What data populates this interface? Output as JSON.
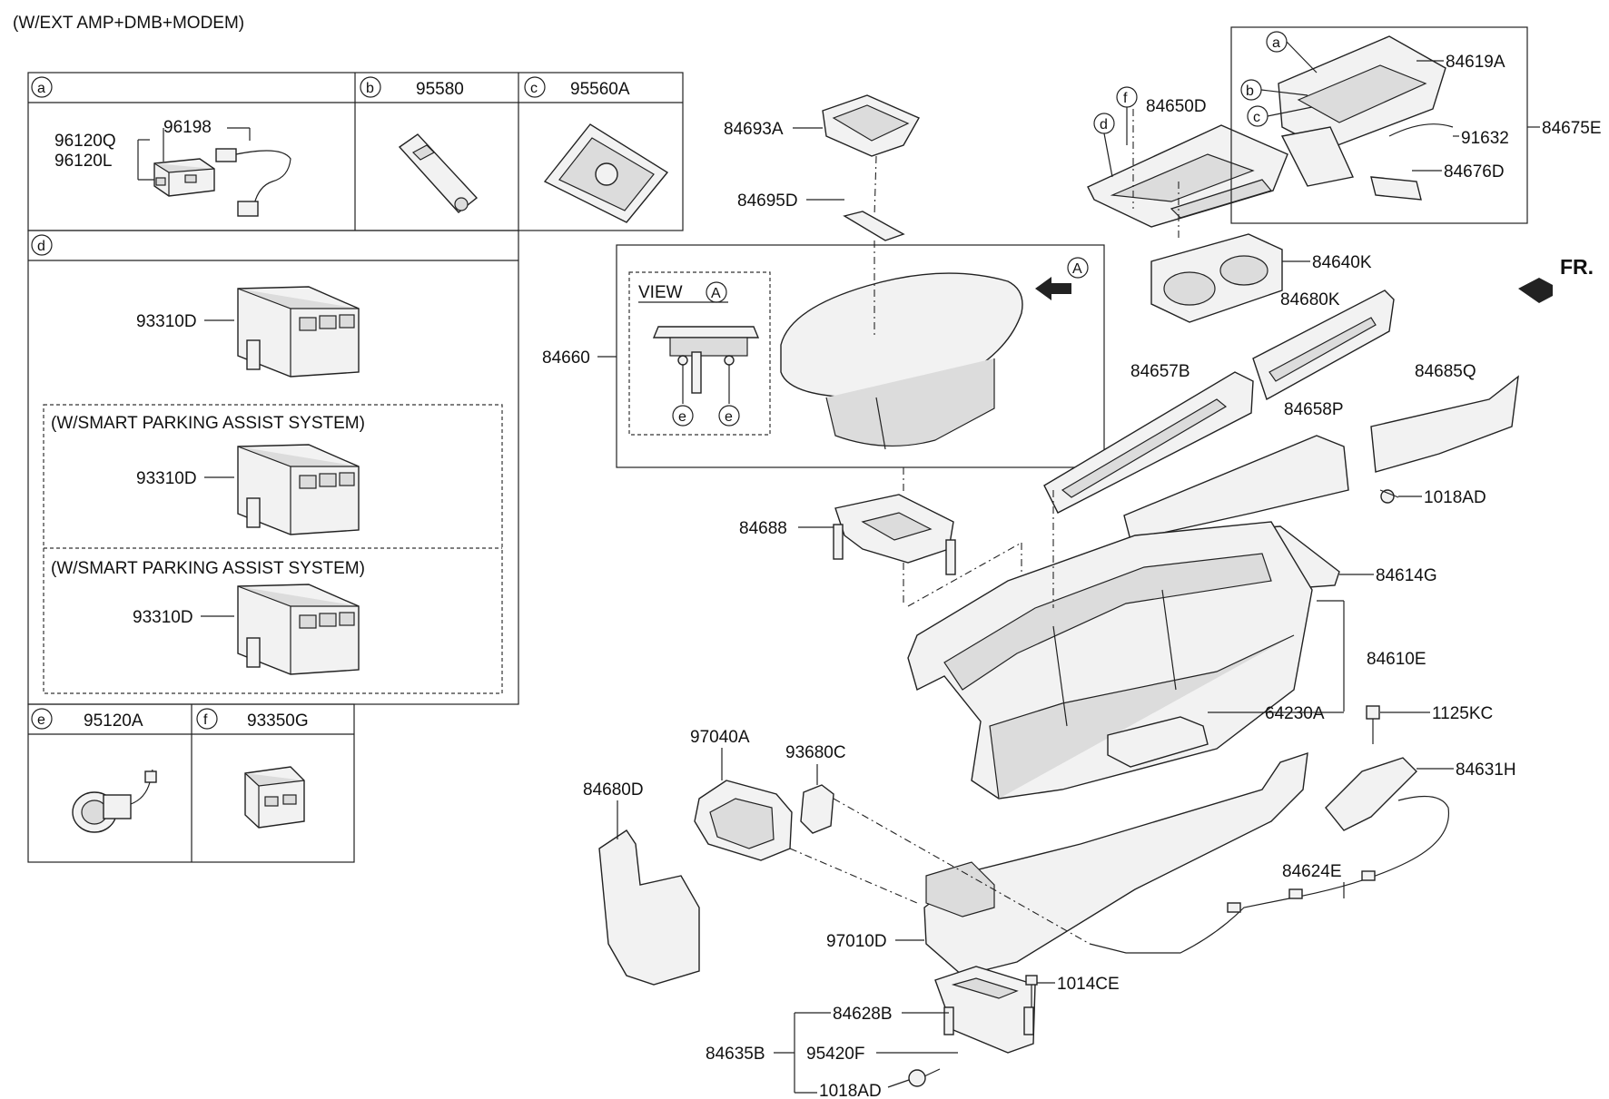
{
  "variant": "(W/EXT AMP+DMB+MODEM)",
  "front_label": "FR.",
  "view_label": "VIEW",
  "view_ref": "A",
  "inset": {
    "a": {
      "key": "a",
      "parts": [
        "96198",
        "96120Q",
        "96120L"
      ]
    },
    "b": {
      "key": "b",
      "part": "95580"
    },
    "c": {
      "key": "c",
      "part": "95560A"
    },
    "d": {
      "key": "d",
      "part": "93310D",
      "note": "(W/SMART PARKING ASSIST SYSTEM)"
    },
    "e": {
      "key": "e",
      "part": "95120A"
    },
    "f": {
      "key": "f",
      "part": "93350G"
    }
  },
  "callouts": [
    "84693A",
    "84695D",
    "84660",
    "84688",
    "84650D",
    "84640K",
    "84619A",
    "91632",
    "84675E",
    "84676D",
    "84680K",
    "84657B",
    "84685Q",
    "84658P",
    "1018AD",
    "84614G",
    "84610E",
    "64230A",
    "1125KC",
    "84631H",
    "97040A",
    "93680C",
    "84680D",
    "84624E",
    "97010D",
    "1014CE",
    "84628B",
    "84635B",
    "95420F",
    "1018AD"
  ],
  "circle_refs": [
    "a",
    "b",
    "c",
    "d",
    "e",
    "f"
  ]
}
